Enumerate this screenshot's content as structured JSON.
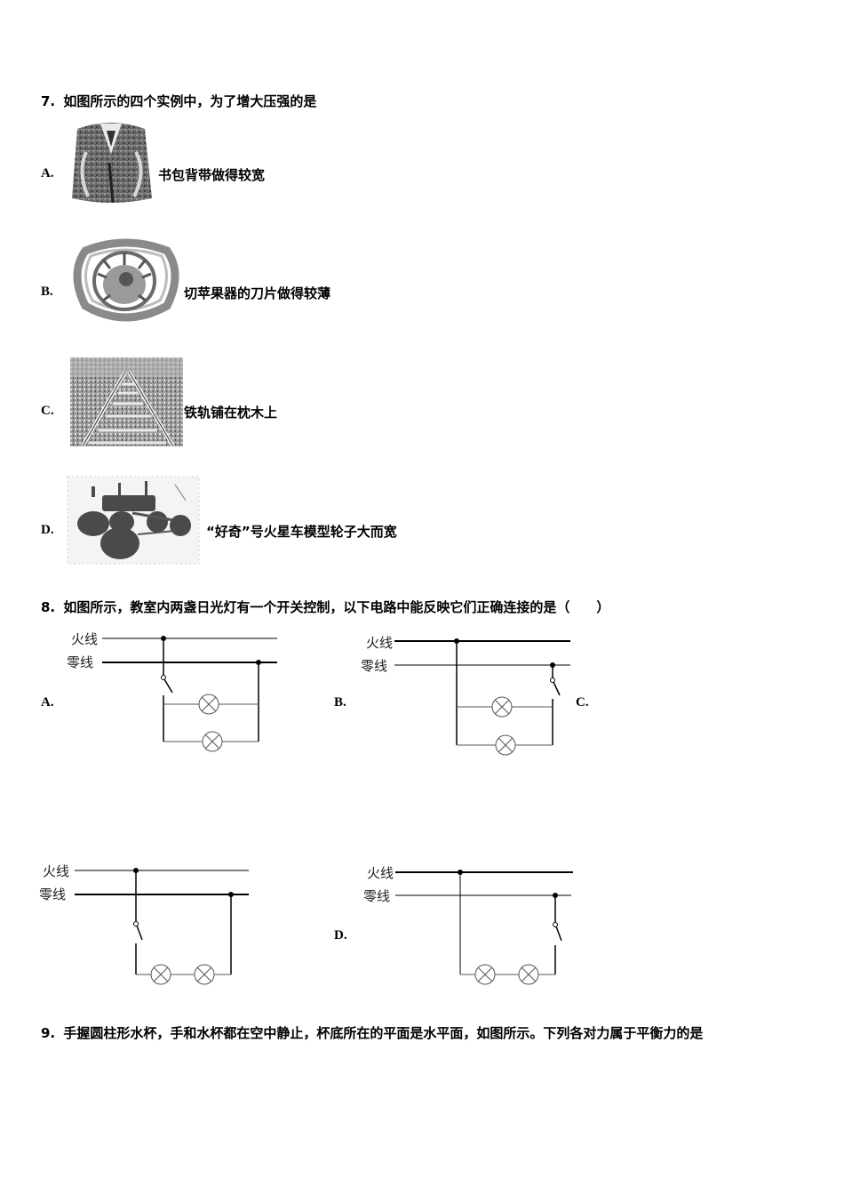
{
  "questions": [
    {
      "number": "7.",
      "text": "如图所示的四个实例中，为了增大压强的是",
      "options": [
        {
          "letter": "A.",
          "text": "书包背带做得较宽",
          "image": "backpack-image"
        },
        {
          "letter": "B.",
          "text": "切苹果器的刀片做得较薄",
          "image": "apple-slicer-image"
        },
        {
          "letter": "C.",
          "text": "铁轨铺在枕木上",
          "image": "railway-track-image"
        },
        {
          "letter": "D.",
          "text": "“好奇”号火星车模型轮子大而宽",
          "image": "mars-rover-image"
        }
      ]
    },
    {
      "number": "8.",
      "text": "如图所示，教室内两盏日光灯有一个开关控制，以下电路中能反映它们正确连接的是（　　）",
      "options": [
        {
          "letter": "A.",
          "diagram": "circuit-a"
        },
        {
          "letter": "B.",
          "diagram": "circuit-b"
        },
        {
          "letter": "C.",
          "diagram": "circuit-c"
        },
        {
          "letter": "D.",
          "diagram": "circuit-d"
        }
      ],
      "wire_labels": {
        "live": "火线",
        "neutral": "零线"
      }
    },
    {
      "number": "9.",
      "text": "手握圆柱形水杯，手和水杯都在空中静止，杯底所在的平面是水平面，如图所示。下列各对力属于平衡力的是"
    }
  ]
}
